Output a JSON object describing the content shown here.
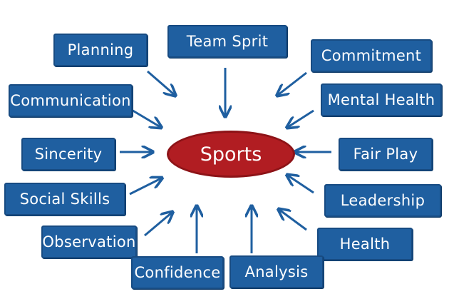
{
  "center": {
    "label": "Sports"
  },
  "nodes": [
    {
      "key": "planning",
      "label": "Planning"
    },
    {
      "key": "team-spirit",
      "label": "Team Sprit"
    },
    {
      "key": "commitment",
      "label": "Commitment"
    },
    {
      "key": "communication",
      "label": "Communication"
    },
    {
      "key": "mental-health",
      "label": "Mental Health"
    },
    {
      "key": "sincerity",
      "label": "Sincerity"
    },
    {
      "key": "fair-play",
      "label": "Fair Play"
    },
    {
      "key": "social-skills",
      "label": "Social Skills"
    },
    {
      "key": "leadership",
      "label": "Leadership"
    },
    {
      "key": "observation",
      "label": "Observation"
    },
    {
      "key": "health",
      "label": "Health"
    },
    {
      "key": "confidence",
      "label": "Confidence"
    },
    {
      "key": "analysis",
      "label": "Analysis"
    }
  ],
  "colors": {
    "node_fill": "#1f5fa0",
    "center_fill": "#b11d22",
    "arrow": "#1f5fa0",
    "text": "#ffffff"
  }
}
